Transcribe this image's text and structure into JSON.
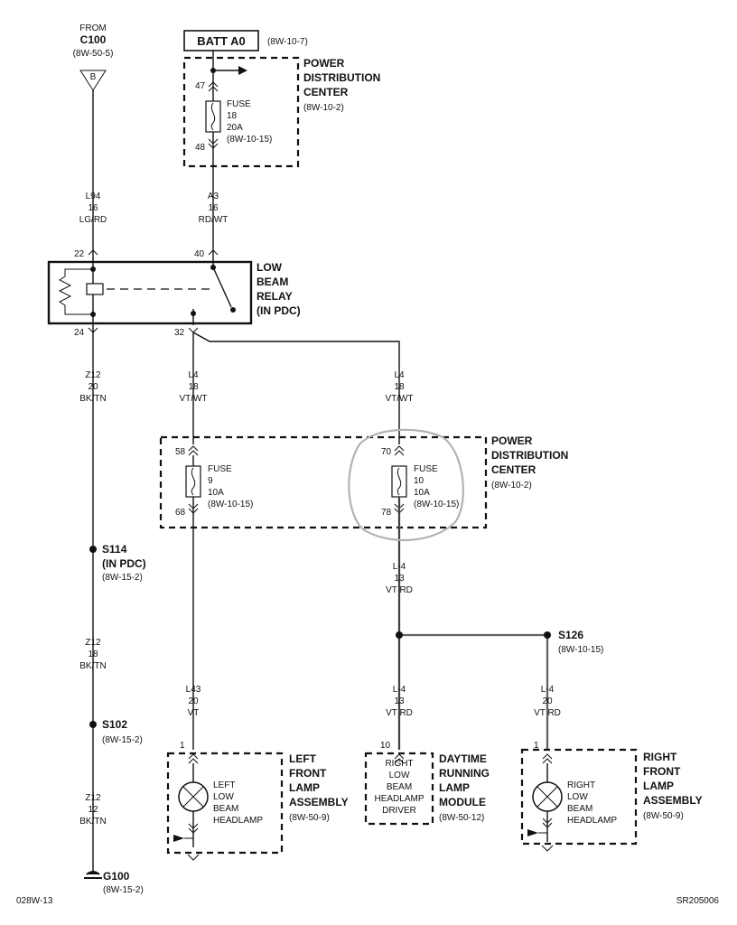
{
  "source": {
    "from": "FROM",
    "connector": "C100",
    "ref": "(8W-50-5)",
    "pin": "B"
  },
  "batt": {
    "label": "BATT A0",
    "ref": "(8W-10-7)"
  },
  "pdc_top": {
    "l1": "POWER",
    "l2": "DISTRIBUTION",
    "l3": "CENTER",
    "ref": "(8W-10-2)",
    "pin_in": "47",
    "pin_out": "48",
    "fuse": {
      "l1": "FUSE",
      "l2": "18",
      "l3": "20A",
      "l4": "(8W-10-15)"
    }
  },
  "wire_l94": {
    "circuit": "L94",
    "gauge": "16",
    "color": "LG/RD"
  },
  "wire_a3": {
    "circuit": "A3",
    "gauge": "16",
    "color": "RD/WT"
  },
  "relay": {
    "l1": "LOW",
    "l2": "BEAM",
    "l3": "RELAY",
    "l4": "(IN PDC)",
    "pin22": "22",
    "pin40": "40",
    "pin24": "24",
    "pin32": "32"
  },
  "wire_z12_a": {
    "circuit": "Z12",
    "gauge": "20",
    "color": "BK/TN"
  },
  "wire_l4_left": {
    "circuit": "L4",
    "gauge": "18",
    "color": "VT/WT"
  },
  "wire_l4_right": {
    "circuit": "L4",
    "gauge": "18",
    "color": "VT/WT"
  },
  "pdc_mid": {
    "l1": "POWER",
    "l2": "DISTRIBUTION",
    "l3": "CENTER",
    "ref": "(8W-10-2)",
    "fuse9": {
      "pin_in": "58",
      "pin_out": "68",
      "l1": "FUSE",
      "l2": "9",
      "l3": "10A",
      "l4": "(8W-10-15)"
    },
    "fuse10": {
      "pin_in": "70",
      "pin_out": "78",
      "l1": "FUSE",
      "l2": "10",
      "l3": "10A",
      "l4": "(8W-10-15)"
    }
  },
  "s114": {
    "name": "S114",
    "sub": "(IN PDC)",
    "ref": "(8W-15-2)"
  },
  "wire_z12_b": {
    "circuit": "Z12",
    "gauge": "18",
    "color": "BK/TN"
  },
  "s102": {
    "name": "S102",
    "ref": "(8W-15-2)"
  },
  "wire_z12_c": {
    "circuit": "Z12",
    "gauge": "12",
    "color": "BK/TN"
  },
  "g100": {
    "name": "G100",
    "ref": "(8W-15-2)"
  },
  "wire_l4_mid": {
    "circuit": "L-4",
    "gauge": "13",
    "color": "VT RD"
  },
  "s126": {
    "name": "S126",
    "ref": "(8W-10-15)"
  },
  "wire_l43": {
    "circuit": "L43",
    "gauge": "20",
    "color": "VT"
  },
  "wire_l4_drl": {
    "circuit": "L-4",
    "gauge": "13",
    "color": "VT RD"
  },
  "wire_l4_rf": {
    "circuit": "L-4",
    "gauge": "20",
    "color": "VT RD"
  },
  "left_lamp": {
    "pin": "1",
    "lamp_l1": "LEFT",
    "lamp_l2": "LOW",
    "lamp_l3": "BEAM",
    "lamp_l4": "HEADLAMP",
    "title_l1": "LEFT",
    "title_l2": "FRONT",
    "title_l3": "LAMP",
    "title_l4": "ASSEMBLY",
    "ref": "(8W-50-9)"
  },
  "drl": {
    "pin": "10",
    "in_l1": "RIGHT",
    "in_l2": "LOW",
    "in_l3": "BEAM",
    "in_l4": "HEADLAMP",
    "in_l5": "DRIVER",
    "title_l1": "DAYTIME",
    "title_l2": "RUNNING",
    "title_l3": "LAMP",
    "title_l4": "MODULE",
    "ref": "(8W-50-12)"
  },
  "right_lamp": {
    "pin": "1",
    "lamp_l1": "RIGHT",
    "lamp_l2": "LOW",
    "lamp_l3": "BEAM",
    "lamp_l4": "HEADLAMP",
    "title_l1": "RIGHT",
    "title_l2": "FRONT",
    "title_l3": "LAMP",
    "title_l4": "ASSEMBLY",
    "ref": "(8W-50-9)"
  },
  "footer": {
    "left": "028W-13",
    "right": "SR205006"
  }
}
